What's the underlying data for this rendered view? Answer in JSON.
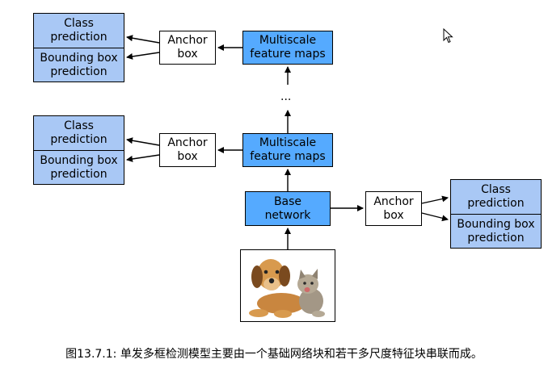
{
  "boxes": {
    "class_prediction": "Class\nprediction",
    "bbox_prediction": "Bounding box\nprediction",
    "anchor_box": "Anchor\nbox",
    "multiscale": "Multiscale\nfeature maps",
    "base_network": "Base\nnetwork",
    "ellipsis": "..."
  },
  "caption": "图13.7.1: 单发多框检测模型主要由一个基础网络块和若干多尺度特征块串联而成。",
  "colors": {
    "prediction_fill": "#a9c8f5",
    "feature_fill": "#55aaff",
    "anchor_fill": "#ffffff",
    "stroke": "#000000"
  },
  "icons": [
    "cursor-icon",
    "puppy-kitten-photo"
  ]
}
